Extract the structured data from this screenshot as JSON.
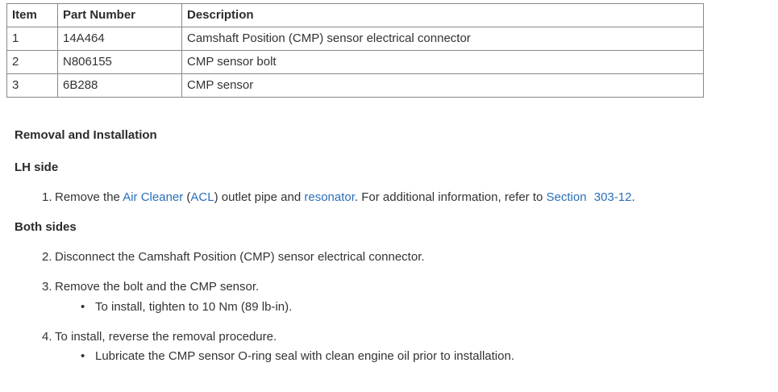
{
  "colors": {
    "link": "#2a6ebb",
    "text": "#333333",
    "heading": "#2b2b2b",
    "table_border": "#888888",
    "background": "#ffffff"
  },
  "parts_table": {
    "headers": [
      "Item",
      "Part Number",
      "Description"
    ],
    "rows": [
      {
        "item": "1",
        "part_number": "14A464",
        "description": "Camshaft Position (CMP) sensor electrical connector"
      },
      {
        "item": "2",
        "part_number": "N806155",
        "description": "CMP sensor bolt"
      },
      {
        "item": "3",
        "part_number": "6B288",
        "description": "CMP sensor"
      }
    ]
  },
  "headings": {
    "removal_installation": "Removal and Installation",
    "lh_side": "LH side",
    "both_sides": "Both sides"
  },
  "procedure": {
    "step1": {
      "number": "1.",
      "text_before_link1": "Remove the ",
      "link1": "Air Cleaner",
      "text_between_1": " (",
      "link2": "ACL",
      "text_between_2": ") outlet pipe and ",
      "link3": "resonator",
      "text_after_link3": ". For additional information, refer to ",
      "link4_part1": "Section",
      "link4_part2": "303-12",
      "text_end": "."
    },
    "step2": {
      "number": "2.",
      "text": "Disconnect the Camshaft Position (CMP) sensor electrical connector."
    },
    "step3": {
      "number": "3.",
      "text": "Remove the bolt and the CMP sensor.",
      "sub_bullet": "To install, tighten to 10 Nm (89 lb-in)."
    },
    "step4": {
      "number": "4.",
      "text": "To install, reverse the removal procedure.",
      "sub_bullet": "Lubricate the CMP sensor O-ring seal with clean engine oil prior to installation."
    }
  },
  "icons": {
    "bullet": "•"
  }
}
